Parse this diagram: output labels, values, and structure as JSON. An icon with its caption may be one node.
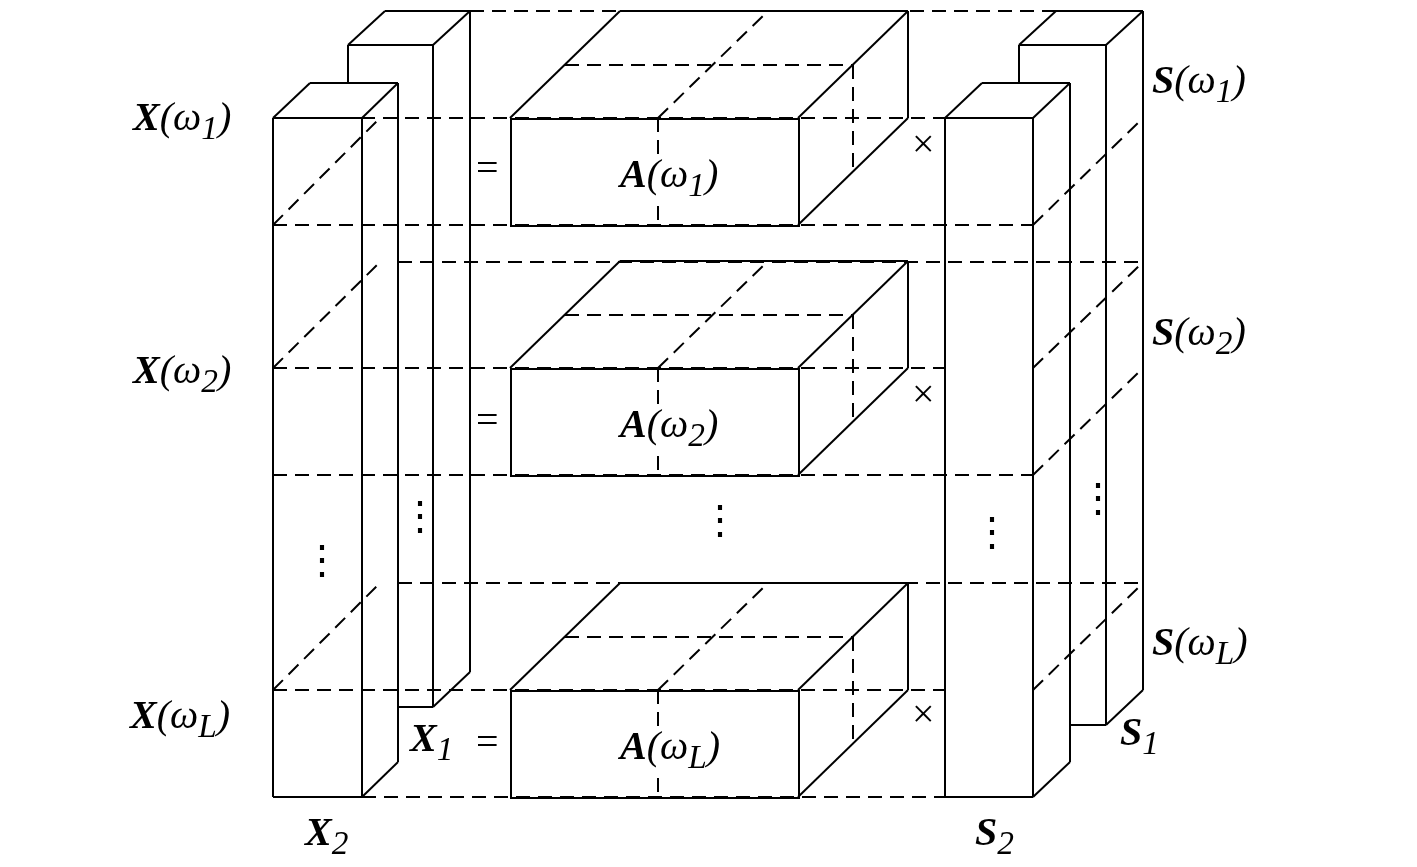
{
  "diagram": {
    "nodes": [
      {
        "text": [
          "**A**(ω$_{1}$)"
        ]
      },
      {
        "text": [
          "**A**(ω$_{2}$)"
        ]
      },
      {
        "text": [
          "**A**(ω$_{L}$)"
        ]
      }
    ],
    "labels": [
      "**S**(ω$_{1}$)",
      "**X**(ω$_{1}$)",
      "=",
      "×",
      "**S**(ω$_{2}$)",
      "**X**(ω$_{2}$)",
      "=",
      "×",
      "⋮",
      "⋮",
      "⋮",
      "⋮",
      "⋮",
      "**S**(ω$_{L}$)",
      "**X**(ω$_{L}$)",
      "×",
      "**X**$_{1}$",
      "=",
      "**S**$_{1}$",
      "**X**$_{2}$",
      "**S**$_{2}$"
    ]
  }
}
